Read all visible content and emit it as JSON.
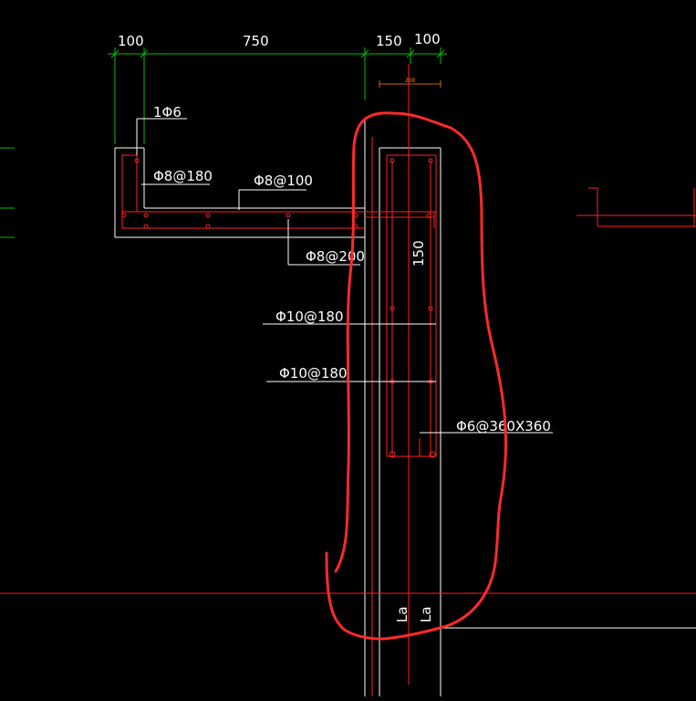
{
  "drawing": {
    "dimensions": {
      "d1": "100",
      "d2": "750",
      "d3": "150",
      "d4": "100",
      "d5": "200"
    },
    "labels": {
      "rebar_1phi6": "1Φ6",
      "rebar_phi8_180": "Φ8@180",
      "rebar_phi8_100": "Φ8@100",
      "rebar_phi8_200": "Φ8@200",
      "thickness_150": "150",
      "rebar_phi10_180_a": "Φ10@180",
      "rebar_phi10_180_b": "Φ10@180",
      "tie_phi6": "Φ6@360X360",
      "la_1": "La",
      "la_2": "La"
    },
    "colors": {
      "background": "#000000",
      "outline": "#ffffff",
      "dimension": "#00c000",
      "rebar": "#ff2020",
      "highlight": "#ff2a2a",
      "small_dim": "#ff8a00"
    }
  }
}
